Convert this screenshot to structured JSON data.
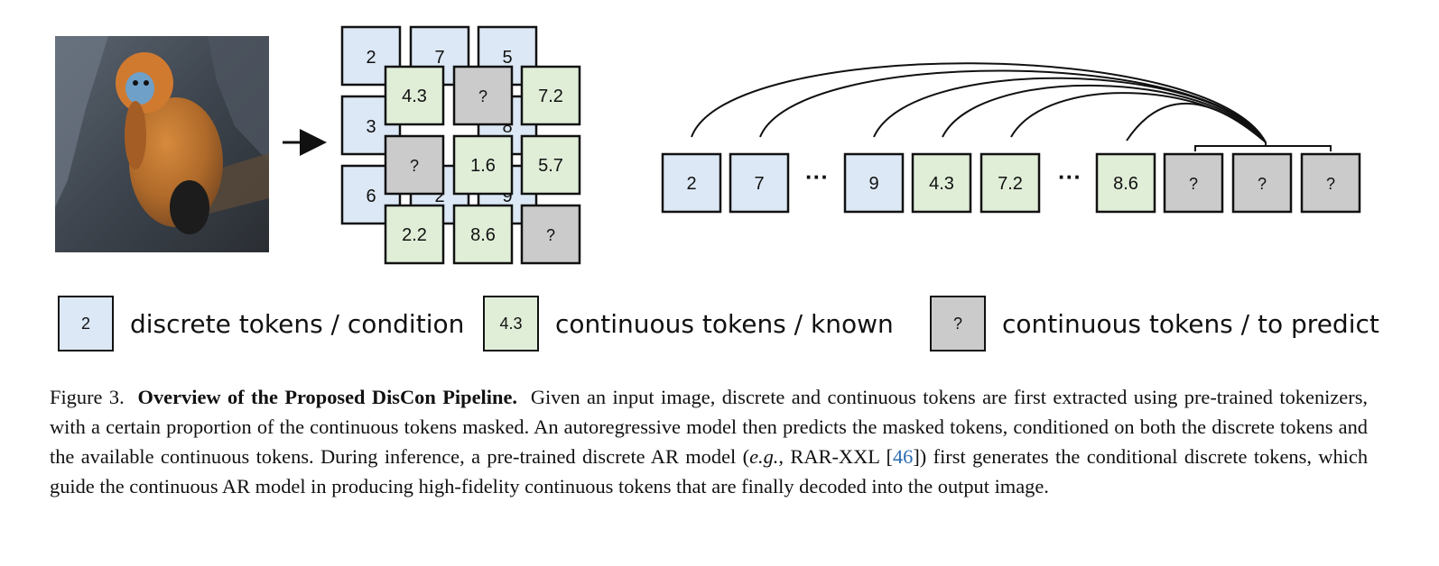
{
  "colors": {
    "discrete": "#dce8f5",
    "continuous_known": "#e0eed8",
    "to_predict": "#cbcbcb",
    "border": "#111111",
    "ref_link": "#2a6cb3"
  },
  "photo": {
    "subject": "golden snub-nosed monkey"
  },
  "arrow_icon": "right-arrow-icon",
  "grid": {
    "discrete_tokens": [
      "2",
      "7",
      "5",
      "3",
      "8",
      "6",
      "2",
      "9"
    ],
    "continuous_tokens": [
      "4.3",
      "?",
      "7.2",
      "?",
      "1.6",
      "5.7",
      "2.2",
      "8.6",
      "?"
    ]
  },
  "sequence": {
    "discrete": [
      "2",
      "7",
      "9"
    ],
    "continuous": [
      "4.3",
      "7.2",
      "8.6"
    ],
    "predict": [
      "?",
      "?",
      "?"
    ],
    "ellipsis": "···"
  },
  "legend": [
    {
      "token": "2",
      "label": "discrete tokens / condition"
    },
    {
      "token": "4.3",
      "label": "continuous tokens / known"
    },
    {
      "token": "?",
      "label": "continuous tokens / to predict"
    }
  ],
  "caption": {
    "prefix": "Figure 3.",
    "title": "Overview of the Proposed DisCon Pipeline.",
    "text1": "Given an input image, discrete and continuous tokens are first extracted using pre-trained tokenizers, with a certain proportion of the continuous tokens masked. An autoregressive model then predicts the masked tokens, conditioned on both the discrete tokens and the available continuous tokens. During inference, a pre-trained discrete AR model (",
    "eg": "e.g.",
    "text2": ", RAR-XXL [",
    "ref": "46",
    "text3": "]) first generates the conditional discrete tokens, which guide the continuous AR model in producing high-fidelity continuous tokens that are finally decoded into the output image."
  }
}
